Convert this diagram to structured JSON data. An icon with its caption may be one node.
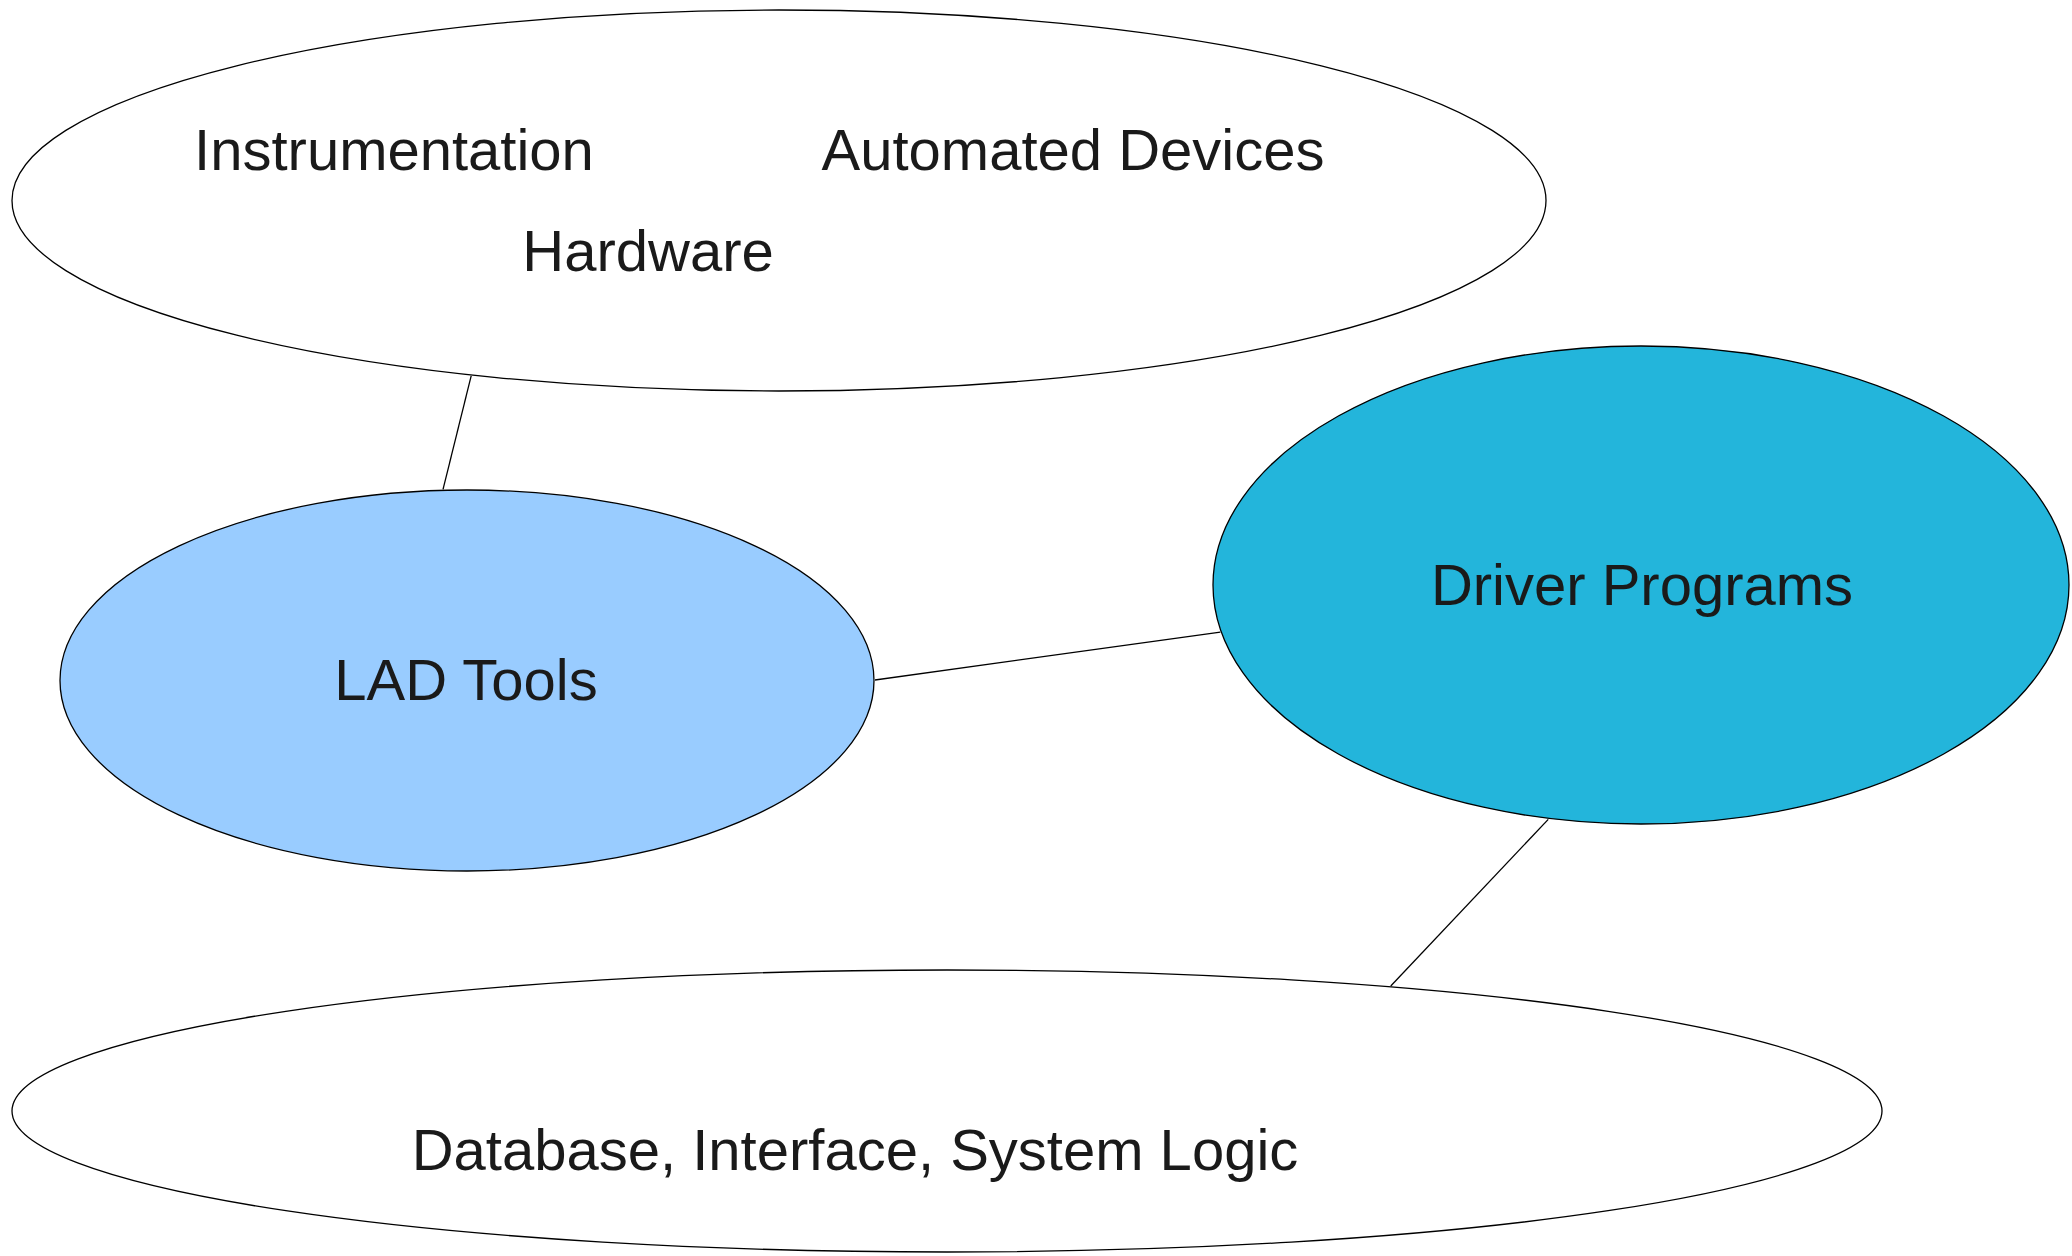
{
  "diagram": {
    "nodes": [
      {
        "text": [
          "Instrumentation",
          "Automated Devices",
          "Hardware"
        ]
      },
      {
        "text": [
          "LAD Tools"
        ]
      },
      {
        "text": [
          "Driver Programs"
        ]
      },
      {
        "text": [
          "Database, Interface, System Logic"
        ]
      }
    ],
    "edges": [
      {
        "from": 0,
        "to": 1,
        "arrow": "none"
      },
      {
        "from": 1,
        "to": 2,
        "arrow": "none"
      },
      {
        "from": 2,
        "to": 3,
        "arrow": "none"
      }
    ]
  }
}
